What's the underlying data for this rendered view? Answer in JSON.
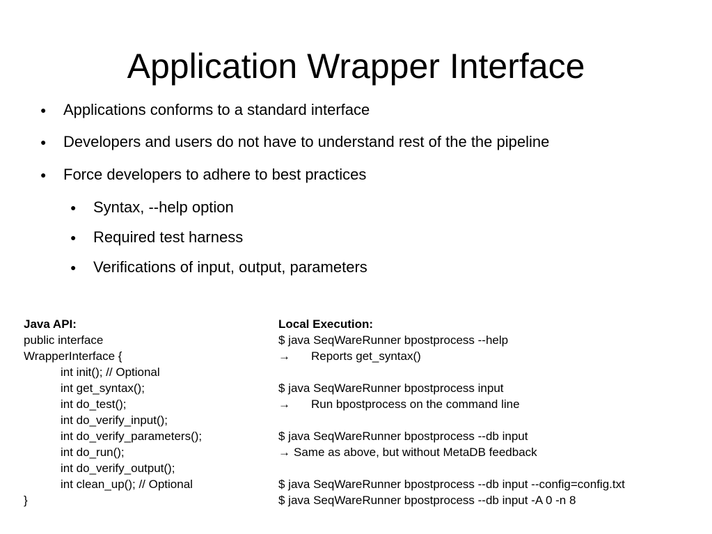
{
  "slide": {
    "title": "Application Wrapper Interface",
    "bullets": [
      {
        "level": 1,
        "text": "Applications conforms to a standard interface"
      },
      {
        "level": 1,
        "text": "Developers and users do not have to understand rest of the the pipeline"
      },
      {
        "level": 1,
        "text": "Force developers to adhere to best practices"
      },
      {
        "level": 2,
        "text": "Syntax, --help option"
      },
      {
        "level": 2,
        "text": "Required test harness"
      },
      {
        "level": 2,
        "text": "Verifications of input, output, parameters"
      }
    ],
    "java_api": {
      "heading": "Java API:",
      "lines": [
        "public interface",
        "WrapperInterface {",
        "int init(); // Optional",
        "int get_syntax();",
        "int do_test();",
        "int do_verify_input();",
        "int do_verify_parameters();",
        "int do_run();",
        "int do_verify_output();",
        "int clean_up(); // Optional",
        "}"
      ]
    },
    "local_execution": {
      "heading": "Local Execution:",
      "arrow_glyph": "→",
      "lines": [
        "$ java SeqWareRunner bpostprocess --help",
        "Reports get_syntax()",
        "",
        "$ java SeqWareRunner bpostprocess input",
        "Run bpostprocess on the command line",
        "",
        "$ java SeqWareRunner bpostprocess --db input",
        "Same as above, but without MetaDB feedback",
        "",
        "$ java SeqWareRunner bpostprocess --db input --config=config.txt",
        "$ java SeqWareRunner bpostprocess --db input -A 0 -n 8"
      ]
    }
  }
}
